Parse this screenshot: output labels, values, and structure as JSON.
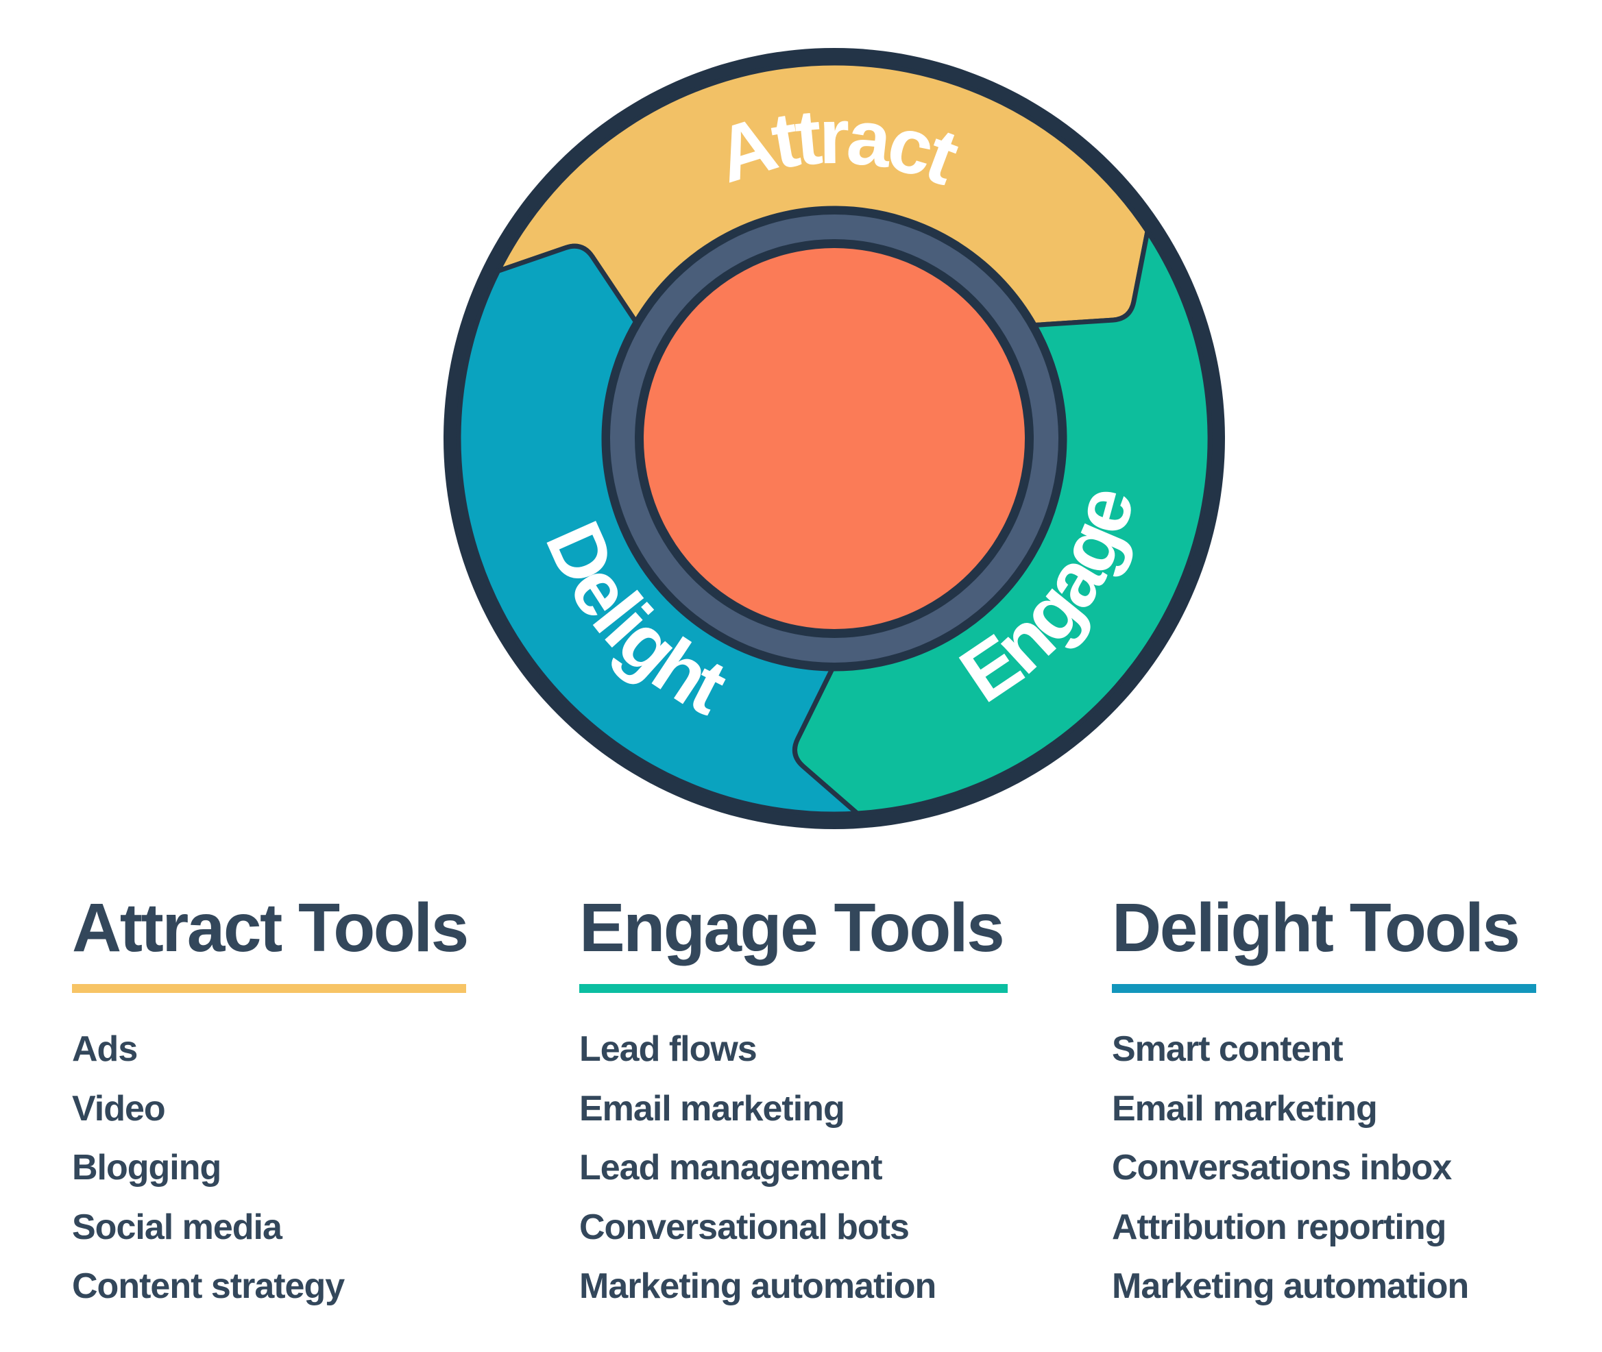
{
  "theme": {
    "background": "#FFFFFF",
    "text_color": "#33475B"
  },
  "flywheel": {
    "segments": [
      {
        "label": "Attract",
        "color": "#F2C166"
      },
      {
        "label": "Engage",
        "color": "#0DBE9C"
      },
      {
        "label": "Delight",
        "color": "#0AA3BF"
      }
    ],
    "label_color": "#FFFFFF",
    "outline_color": "#233447",
    "hub_ring_color": "#4A5E7A",
    "core_color": "#FB7B57"
  },
  "columns": [
    {
      "title": "Attract Tools",
      "underline_color": "#F7C465",
      "items": [
        "Ads",
        "Video",
        "Blogging",
        "Social media",
        "Content strategy"
      ]
    },
    {
      "title": "Engage Tools",
      "underline_color": "#0BBEA1",
      "items": [
        "Lead flows",
        "Email marketing",
        "Lead management",
        "Conversational bots",
        "Marketing automation"
      ]
    },
    {
      "title": "Delight Tools",
      "underline_color": "#1296BC",
      "items": [
        "Smart content",
        "Email marketing",
        "Conversations inbox",
        "Attribution reporting",
        "Marketing automation"
      ]
    }
  ]
}
